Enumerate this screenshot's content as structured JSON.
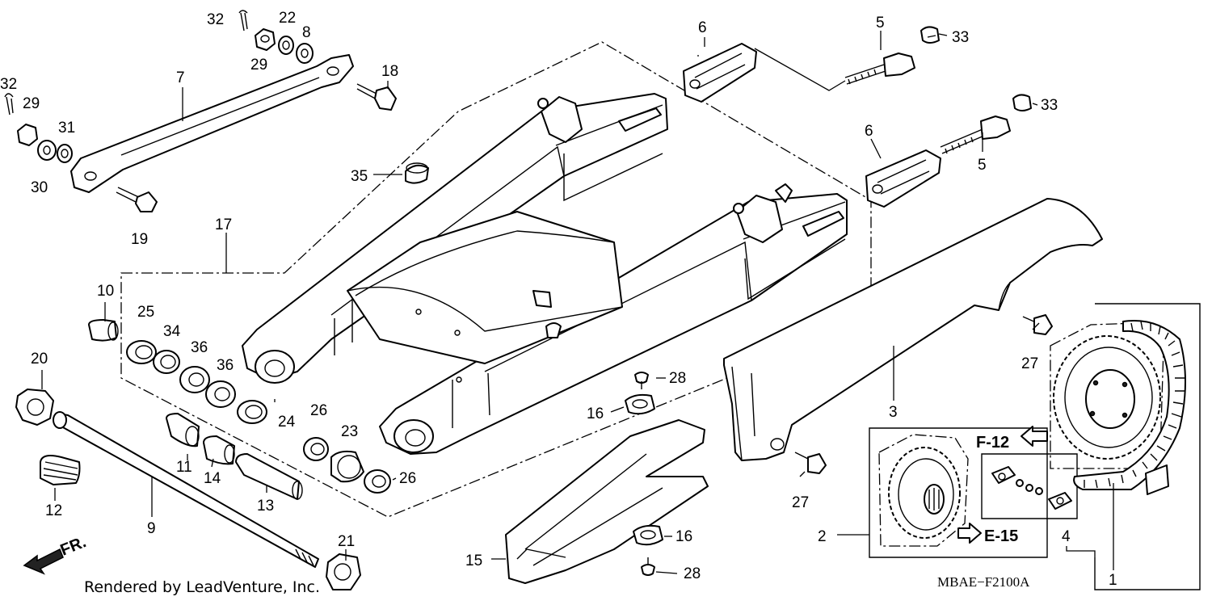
{
  "diagram": {
    "code": "MBAE−F2100A",
    "credit": "Rendered by LeadVenture, Inc.",
    "direction_label": "FR.",
    "refs": {
      "f12": "F-12",
      "e15": "E-15"
    },
    "callouts": {
      "c32a": "32",
      "c22": "22",
      "c8": "8",
      "c29a": "29",
      "c7": "7",
      "c18": "18",
      "c32b": "32",
      "c29b": "29",
      "c31": "31",
      "c30": "30",
      "c19": "19",
      "c35": "35",
      "c17": "17",
      "c10": "10",
      "c25": "25",
      "c34": "34",
      "c36a": "36",
      "c36b": "36",
      "c20": "20",
      "c24": "24",
      "c26a": "26",
      "c23": "23",
      "c26b": "26",
      "c11": "11",
      "c14": "14",
      "c13": "13",
      "c12": "12",
      "c9": "9",
      "c21": "21",
      "c6a": "6",
      "c5a": "5",
      "c33a": "33",
      "c33b": "33",
      "c6b": "6",
      "c5b": "5",
      "c3": "3",
      "c27a": "27",
      "c27b": "27",
      "c28a": "28",
      "c16a": "16",
      "c16b": "16",
      "c28b": "28",
      "c15": "15",
      "c2": "2",
      "c4": "4",
      "c1": "1"
    }
  }
}
